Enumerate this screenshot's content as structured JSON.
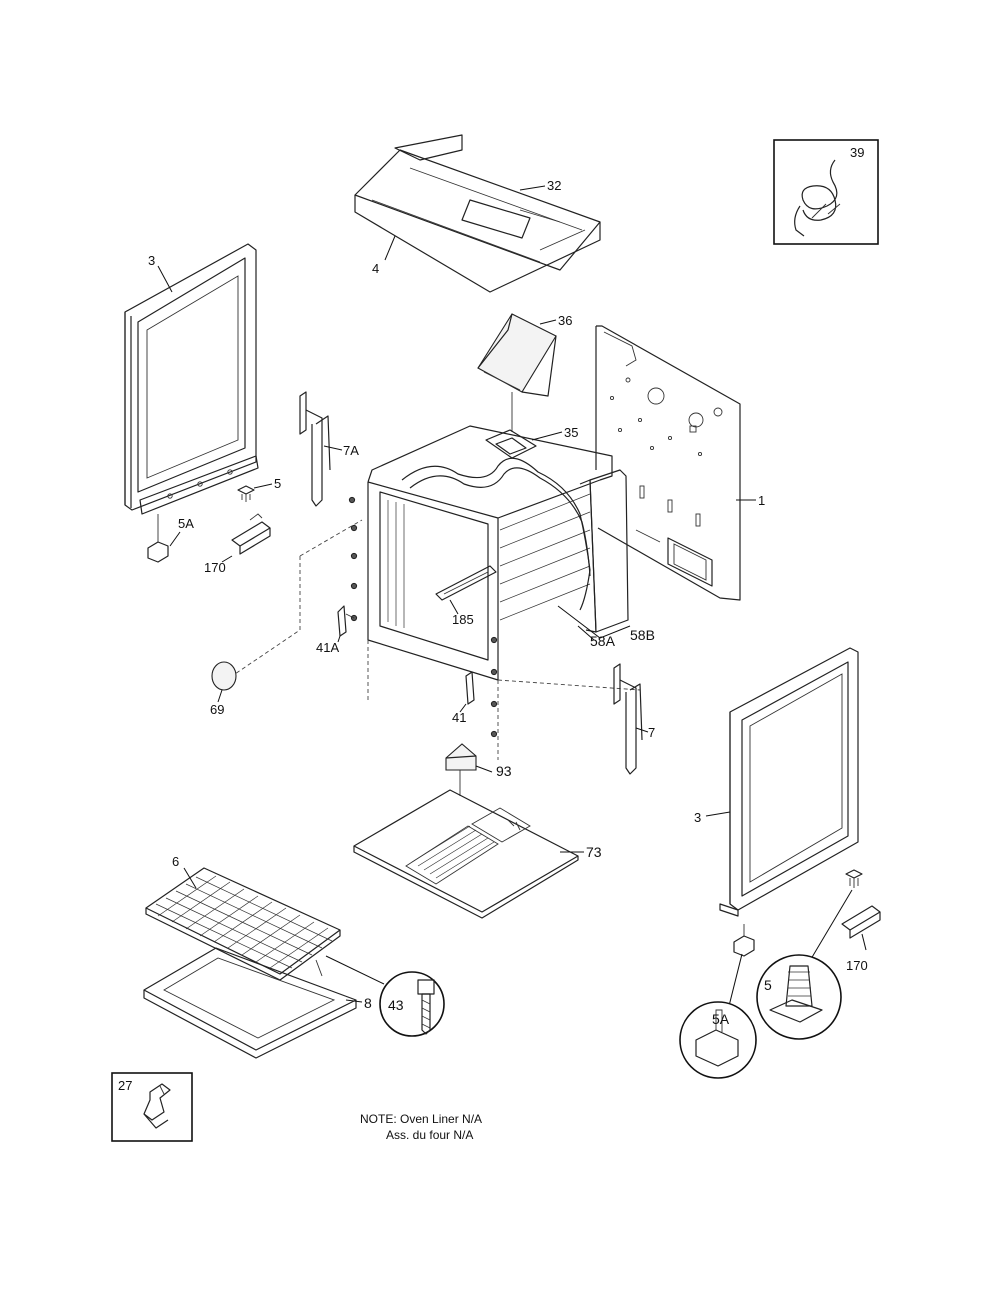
{
  "callouts": {
    "c39": "39",
    "c32": "32",
    "c4": "4",
    "c3_left": "3",
    "c36": "36",
    "c7A": "7A",
    "c35": "35",
    "c5_left": "5",
    "c1": "1",
    "c5A_left": "5A",
    "c170_left": "170",
    "c185": "185",
    "c41A": "41A",
    "c58A": "58A",
    "c58B": "58B",
    "c69": "69",
    "c41": "41",
    "c7": "7",
    "c93": "93",
    "c3_right": "3",
    "c73": "73",
    "c6": "6",
    "c170_right": "170",
    "c43": "43",
    "c8": "8",
    "c5_detail": "5",
    "c5A_detail": "5A",
    "c27": "27"
  },
  "note": {
    "line1": "NOTE: Oven Liner N/A",
    "line2": "Ass. du four N/A"
  }
}
